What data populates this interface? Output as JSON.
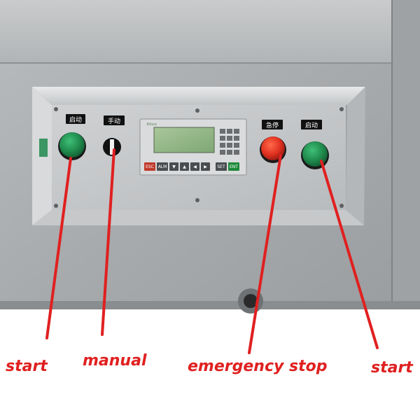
{
  "panel": {
    "labels": {
      "start_left": "启动",
      "manual": "手动",
      "estop": "急停",
      "start_right": "启动"
    },
    "hmi": {
      "brand": "Kinco",
      "keys": [
        "ESC",
        "ALM",
        "▼",
        "▲",
        "◀",
        "▶",
        "SET",
        "ENT"
      ]
    }
  },
  "annotations": {
    "start_left": "start",
    "manual": "manual",
    "estop": "emergency stop",
    "start_right": "start"
  },
  "colors": {
    "annotation": "#e02020",
    "start_button": "#1f8a4c",
    "estop_button": "#e03020"
  }
}
